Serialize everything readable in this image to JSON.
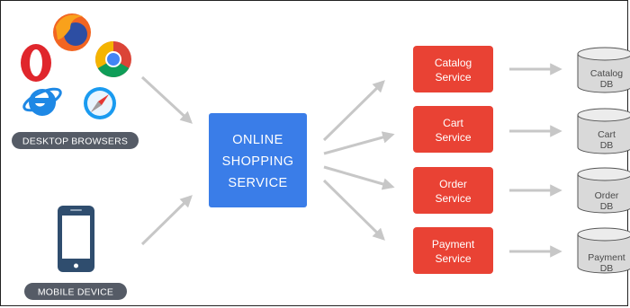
{
  "colors": {
    "main_service": "#3a7de8",
    "microservice": "#e94234",
    "database": "#d9d9d9",
    "arrow": "#c7c7c7",
    "pill": "#555b66"
  },
  "clients": {
    "desktop": {
      "label": "DESKTOP BROWSERS",
      "icons": [
        "opera-icon",
        "firefox-icon",
        "chrome-icon",
        "internet-explorer-icon",
        "safari-icon"
      ]
    },
    "mobile": {
      "label": "MOBILE DEVICE",
      "icon": "smartphone-icon"
    }
  },
  "main_service": {
    "line1": "ONLINE",
    "line2": "SHOPPING",
    "line3": "SERVICE"
  },
  "services": [
    {
      "line1": "Catalog",
      "line2": "Service",
      "db_line1": "Catalog",
      "db_line2": "DB"
    },
    {
      "line1": "Cart",
      "line2": "Service",
      "db_line1": "Cart",
      "db_line2": "DB"
    },
    {
      "line1": "Order",
      "line2": "Service",
      "db_line1": "Order",
      "db_line2": "DB"
    },
    {
      "line1": "Payment",
      "line2": "Service",
      "db_line1": "Payment",
      "db_line2": "DB"
    }
  ]
}
